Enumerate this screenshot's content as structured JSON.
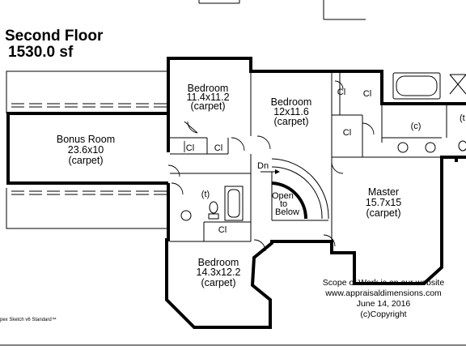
{
  "header": {
    "title": "Second Floor",
    "area": "1530.0 sf"
  },
  "rooms": {
    "bedroom1": {
      "name": "Bedroom",
      "size": "11.4x11.2",
      "floor": "(carpet)"
    },
    "bedroom2": {
      "name": "Bedroom",
      "size": "12x11.6",
      "floor": "(carpet)"
    },
    "bonus": {
      "name": "Bonus Room",
      "size": "23.6x10",
      "floor": "(carpet)"
    },
    "master": {
      "name": "Master",
      "size": "15.7x15",
      "floor": "(carpet)"
    },
    "bedroom3": {
      "name": "Bedroom",
      "size": "14.3x12.2",
      "floor": "(carpet)"
    }
  },
  "closets": {
    "cl_a": "Cl",
    "cl_b": "Cl",
    "cl_c": "Cl",
    "cl_d": "Cl",
    "cl_e": "Cl",
    "cl_f": "Cl"
  },
  "baths": {
    "master_ceramic": "(c)",
    "hall_tile": "(t)",
    "edge_tile": "(t"
  },
  "stairs": {
    "down": "Dn",
    "open_line1": "Open",
    "open_line2": "to",
    "open_line3": "Below"
  },
  "footer": {
    "line1": "Scope of Work is on our website",
    "line2": "www.appraisaldimensions.com",
    "line3": "June 14, 2016",
    "line4": "(c)Copyright",
    "software": "pex Sketch v6 Standard™"
  }
}
